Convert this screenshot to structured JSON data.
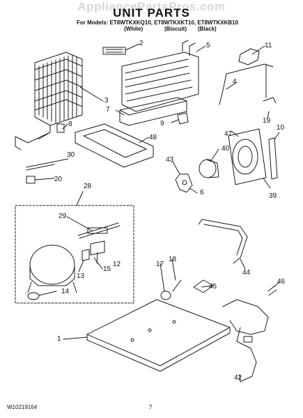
{
  "watermark": "AppliancePartsPros.com",
  "title": "UNIT PARTS",
  "models_label": "For Models: ET8WTKXKQ10, ET8WTKXKT10, ET8WTKXKB10",
  "variants": [
    "(White)",
    "(Biscuit)",
    "(Black)"
  ],
  "callouts": {
    "c1": "1",
    "c2": "2",
    "c3": "3",
    "c4": "4",
    "c5": "5",
    "c6": "6",
    "c7": "7",
    "c8": "8",
    "c9": "9",
    "c10": "10",
    "c11": "11",
    "c12": "12",
    "c13": "13",
    "c14": "14",
    "c15": "15",
    "c17": "17",
    "c18": "18",
    "c19": "19",
    "c20": "20",
    "c28": "28",
    "c29": "29",
    "c30": "30",
    "c39": "39",
    "c40": "40",
    "c42": "42",
    "c43": "43",
    "c44": "44",
    "c45": "45",
    "c46": "46",
    "c47": "47",
    "c48": "48"
  },
  "footer": {
    "doc_number": "W10219164",
    "page_number": "7"
  },
  "colors": {
    "line": "#1a1a1a",
    "watermark": "#d6d6d6",
    "background": "#ffffff"
  }
}
